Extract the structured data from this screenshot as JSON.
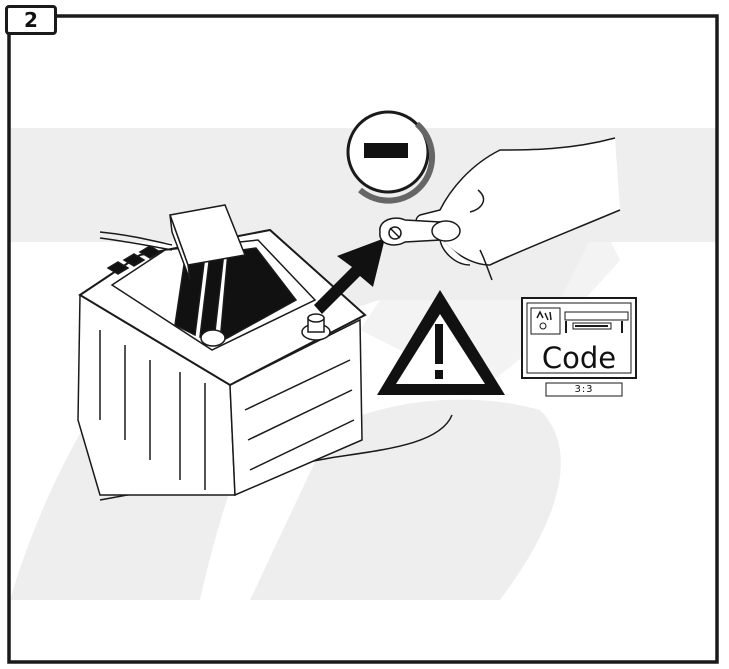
{
  "step": {
    "number": "2"
  },
  "radio_panel": {
    "code_label": "Code",
    "code_value": "3:3"
  },
  "icons": {
    "battery": "battery-icon",
    "terminal": "negative-terminal-icon",
    "warning": "warning-triangle-icon",
    "radio": "radio-code-icon",
    "arrow": "arrow-icon",
    "hand": "hand-icon",
    "watermark": "brand-watermark-icon"
  },
  "colors": {
    "line": "#1a1a1a",
    "watermark": "#eeeeee",
    "background": "#ffffff"
  }
}
